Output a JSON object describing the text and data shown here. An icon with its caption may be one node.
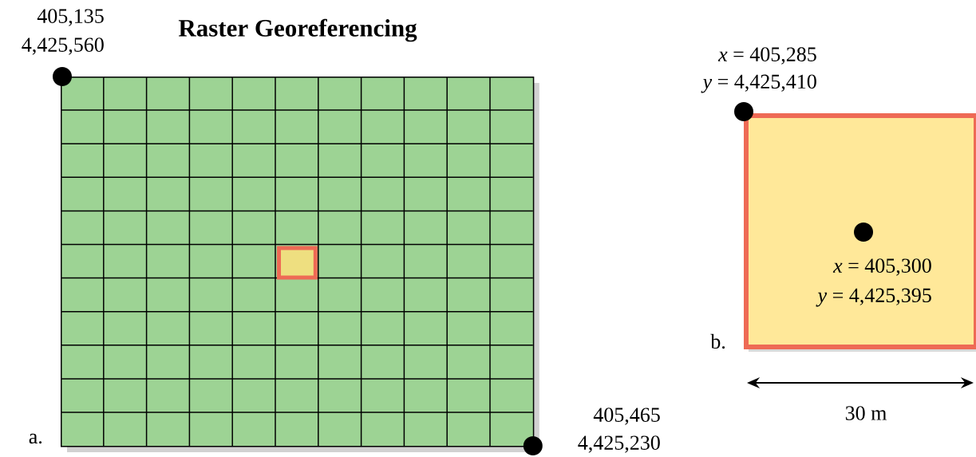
{
  "diagram": {
    "title": "Raster Georeferencing",
    "nodes": [
      {
        "text": [],
        "shape": "box",
        "beside": [
          "a."
        ]
      },
      {
        "text": [],
        "shape": "box",
        "in": 0
      },
      {
        "text": [
          "*x* =    405,300",
          "*y* = 4,425,395"
        ],
        "beside": [
          "b."
        ]
      }
    ],
    "edges": [],
    "labels": [
      "405,135",
      "4,425,560",
      "*x* =    405,285",
      "*y* = 4,425,410",
      "405,465",
      "4,425,230",
      "30 m"
    ]
  }
}
